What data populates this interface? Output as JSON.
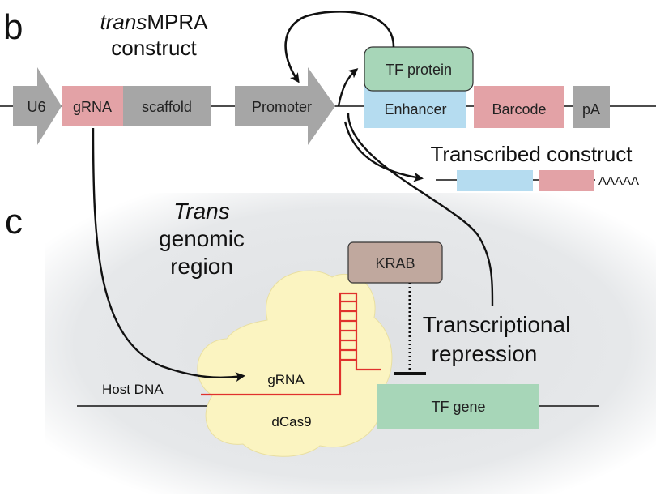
{
  "panels": {
    "b": {
      "letter": "b",
      "title_italic": "trans",
      "title_rest": "MPRA",
      "title_line2": "construct",
      "elements": {
        "u6": "U6",
        "grna": "gRNA",
        "scaffold": "scaffold",
        "promoter": "Promoter",
        "tf_protein": "TF protein",
        "enhancer": "Enhancer",
        "barcode": "Barcode",
        "pa": "pA"
      },
      "transcribed_label": "Transcribed construct",
      "polya_tail": "AAAAA"
    },
    "c": {
      "letter": "c",
      "region_line1": "Trans",
      "region_line2": "genomic",
      "region_line3": "region",
      "krab": "KRAB",
      "repression_line1": "Transcriptional",
      "repression_line2": "repression",
      "host_dna": "Host DNA",
      "grna": "gRNA",
      "dcas9": "dCas9",
      "tf_gene": "TF gene"
    }
  },
  "colors": {
    "grey_block": "#a6a6a6",
    "grna_pink": "#e3a2a6",
    "tf_green": "#a7d6b8",
    "enhancer_blue": "#b5dcf0",
    "krab_brown": "#c0a89e",
    "dcas9_yellow": "#fbf4c1",
    "guide_red": "#e0312d",
    "region_bg": "#e3e5e7"
  }
}
